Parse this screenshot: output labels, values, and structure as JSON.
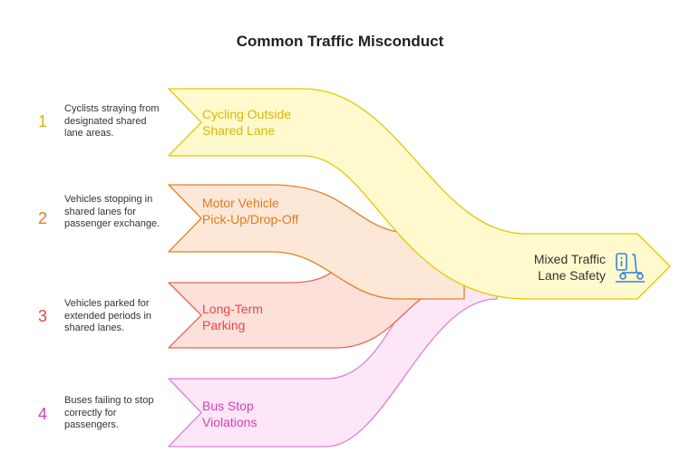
{
  "title": "Common Traffic Misconduct",
  "items": [
    {
      "number": "1",
      "label": "Cycling Outside Shared Lane",
      "description": "Cyclists straying from designated shared lane areas.",
      "color": "#d9b800",
      "fill": "#fffacd",
      "stroke": "#e3c800"
    },
    {
      "number": "2",
      "label": "Motor Vehicle Pick-Up/Drop-Off",
      "description": "Vehicles stopping in shared lanes for passenger exchange.",
      "color": "#e07a1c",
      "fill": "#fde8d7",
      "stroke": "#e0822a"
    },
    {
      "number": "3",
      "label": "Long-Term Parking",
      "description": "Vehicles parked for extended periods in shared lanes.",
      "color": "#e04848",
      "fill": "#fde0da",
      "stroke": "#e06a58"
    },
    {
      "number": "4",
      "label": "Bus Stop Violations",
      "description": "Buses failing to stop correctly for passengers.",
      "color": "#d63fb5",
      "fill": "#fce6f7",
      "stroke": "#e27fd1"
    }
  ],
  "outcome": {
    "label": "Mixed Traffic Lane Safety",
    "icon": "scooter-info-icon",
    "icon_color": "#3d7fd9"
  }
}
